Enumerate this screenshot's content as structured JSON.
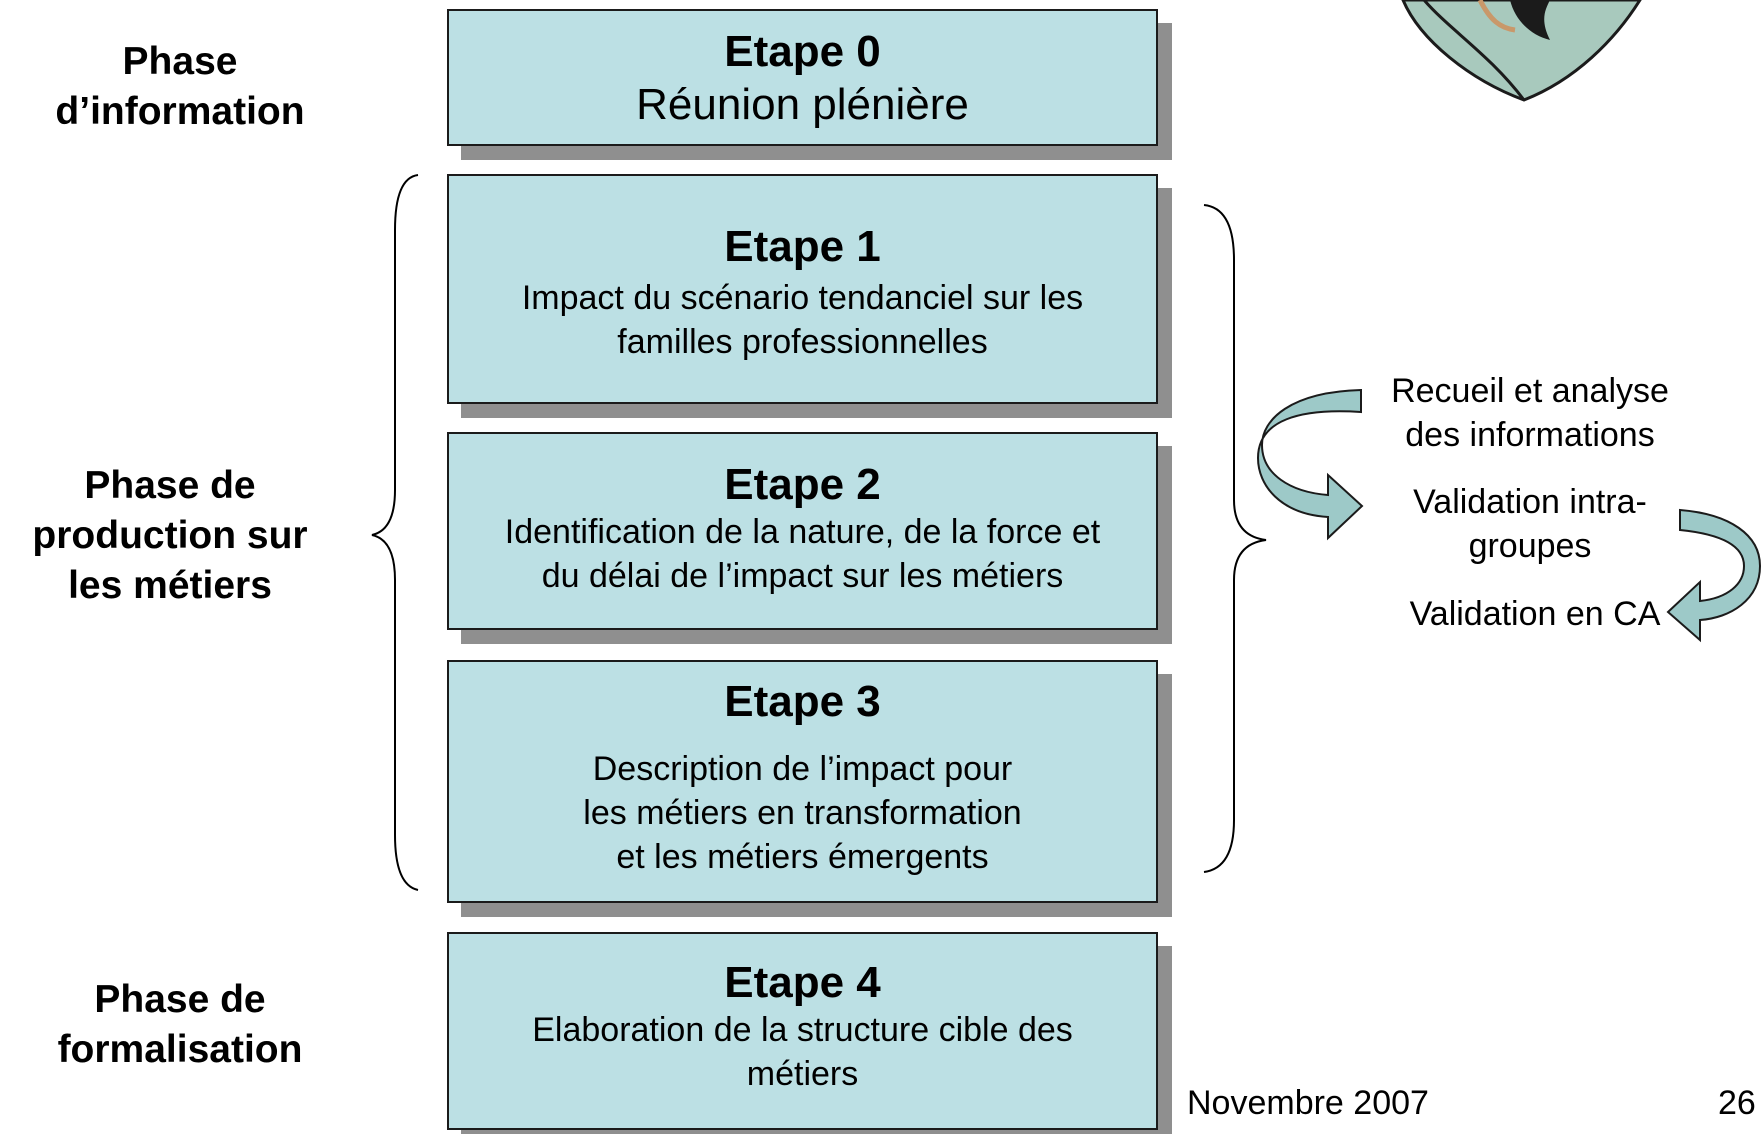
{
  "phases": {
    "information": "Phase d’information",
    "production": "Phase de production sur les métiers",
    "formalisation": "Phase de formalisation"
  },
  "steps": [
    {
      "title": "Etape 0",
      "description": "Réunion plénière"
    },
    {
      "title": "Etape 1",
      "description": "Impact du scénario tendanciel sur les familles professionnelles"
    },
    {
      "title": "Etape 2",
      "description": "Identification de la nature, de la force et du délai de l’impact sur les métiers"
    },
    {
      "title": "Etape 3",
      "description": "Description de l’impact pour les métiers en transformation et les métiers émergents"
    },
    {
      "title": "Etape 4",
      "description": "Elaboration de la structure cible des métiers"
    }
  ],
  "process": {
    "collect": "Recueil et analyse des informations",
    "validation_intra": "Validation intra-groupes",
    "validation_ca": "Validation en CA"
  },
  "footer": {
    "date": "Novembre 2007",
    "page_number": "26"
  },
  "colors": {
    "box_fill": "#bce0e4",
    "box_border": "#1b1b1b",
    "box_shadow": "#8f8f8f",
    "arrow_fill": "#9dc9c8"
  },
  "icons": {
    "arrow_1": "curved-arrow-icon",
    "arrow_2": "curved-arrow-icon",
    "corner_graphic": "clipart-icon"
  }
}
